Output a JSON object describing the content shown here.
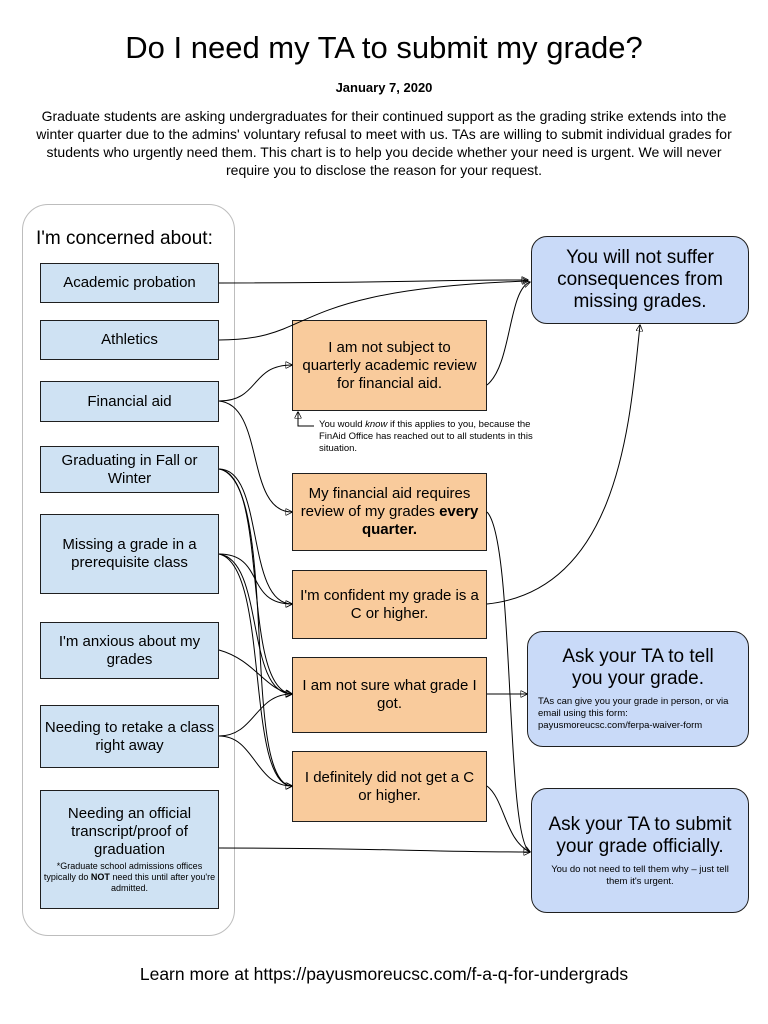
{
  "title": "Do I need my TA to submit my grade?",
  "date": "January 7, 2020",
  "intro": "Graduate students are asking undergraduates for their continued support as the grading strike extends into the winter quarter due to the admins' voluntary refusal to meet with us. TAs are willing to submit individual grades for students who urgently need them. This chart is to help you decide whether your need is urgent. We will never require you to disclose the reason for your request.",
  "concerns_heading": "I'm concerned about:",
  "concerns": {
    "academic_probation": "Academic probation",
    "athletics": "Athletics",
    "financial_aid": "Financial aid",
    "graduating": "Graduating in Fall or Winter",
    "prerequisite": "Missing a grade in a prerequisite class",
    "anxious": "I'm anxious about my grades",
    "retake": "Needing to retake a class right away",
    "transcript": "Needing an official transcript/proof of graduation",
    "transcript_note_pre": "*Graduate school admissions offices typically do ",
    "transcript_note_bold": "NOT",
    "transcript_note_post": " need this until after you're admitted."
  },
  "conditions": {
    "not_subject": "I am not subject to quarterly academic review for financial aid.",
    "not_subject_note_pre": "You would ",
    "not_subject_note_em": "know",
    "not_subject_note_post": " if this applies to you, because the FinAid Office has reached out to all students in this situation.",
    "requires_review_pre": "My financial aid requires review of my grades ",
    "requires_review_bold": "every quarter.",
    "confident": "I'm confident my grade is a C or higher.",
    "not_sure": "I am not sure what grade I got.",
    "did_not_get": "I definitely did not get a C or higher."
  },
  "outcomes": {
    "no_consequences": "You will not suffer consequences from missing grades.",
    "ask_tell": "Ask your TA to tell you your grade.",
    "ask_tell_note": "TAs can give you your grade in person, or via email using this form: payusmoreucsc.com/ferpa-waiver-form",
    "ask_submit": "Ask your TA to submit your grade officially.",
    "ask_submit_note": "You do not need to tell them why – just tell them it's urgent."
  },
  "footer": "Learn more at https://payusmoreucsc.com/f-a-q-for-undergrads"
}
